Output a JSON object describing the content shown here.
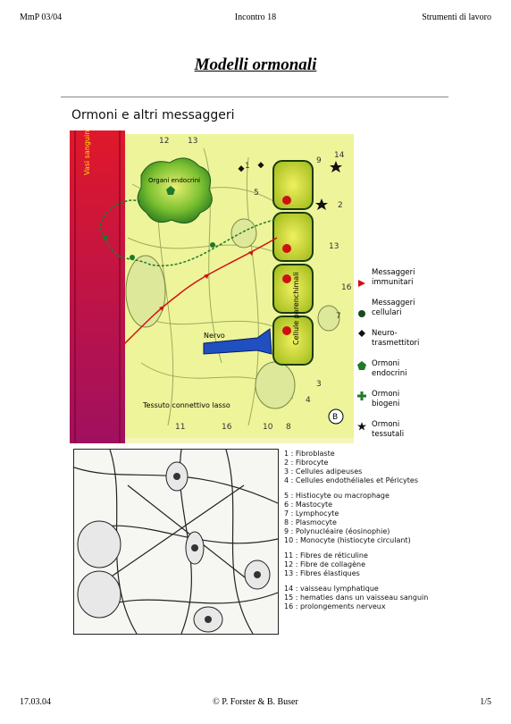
{
  "header": {
    "left": "MmP 03/04",
    "center": "Incontro 18",
    "right": "Strumenti di lavoro"
  },
  "title": "Modelli ormonali",
  "subtitle": "Ormoni e altri messaggeri",
  "figure": {
    "labels": {
      "vasi": "Vasi sanguini",
      "organi": "Organi endocrini",
      "cellule": "Cellule parenchimali",
      "nervo": "Nervo",
      "tessuto": "Tessuto connettivo lasso",
      "badge": "B"
    },
    "numbers": [
      "12",
      "13",
      "1",
      "5",
      "9",
      "14",
      "2",
      "13",
      "16",
      "7",
      "3",
      "4",
      "11",
      "16",
      "10",
      "8"
    ]
  },
  "legend": [
    {
      "line1": "Messaggeri",
      "line2": "immunitari",
      "symbol": "triangle-icon",
      "color": "#d01010"
    },
    {
      "line1": "Messaggeri",
      "line2": "cellulari",
      "symbol": "circle-icon",
      "color": "#1a4a1a"
    },
    {
      "line1": "Neuro-",
      "line2": "trasmettitori",
      "symbol": "diamond-icon",
      "color": "#111111"
    },
    {
      "line1": "Ormoni",
      "line2": "endocrini",
      "symbol": "pentagon-icon",
      "color": "#1f7a2a"
    },
    {
      "line1": "Ormoni",
      "line2": "biogeni",
      "symbol": "cross-icon",
      "color": "#1f7a2a"
    },
    {
      "line1": "Ormoni",
      "line2": "tessutali",
      "symbol": "star-icon",
      "color": "#111111"
    }
  ],
  "key": [
    [
      "1 : Fibroblaste",
      "2 : Fibrocyte",
      "3 : Cellules adipeuses",
      "4 : Cellules endothéliales et Péricytes"
    ],
    [
      "5 : Histiocyte ou macrophage",
      "6 : Mastocyte",
      "7 : Lymphocyte",
      "8 : Plasmocyte",
      "9 : Polynucléaire (éosinophie)",
      "10 : Monocyte (histiocyte circulant)"
    ],
    [
      "11 : Fibres de réticuline",
      "12 : Fibre de collagène",
      "13 : Fibres élastiques"
    ],
    [
      "14 : vaisseau lymphatique",
      "15 : hematies dans un vaisseau sanguin",
      "16 : prolongements nerveux"
    ]
  ],
  "footer": {
    "left": "17.03.04",
    "center": "© P. Forster & B. Buser",
    "right": "1/5"
  }
}
